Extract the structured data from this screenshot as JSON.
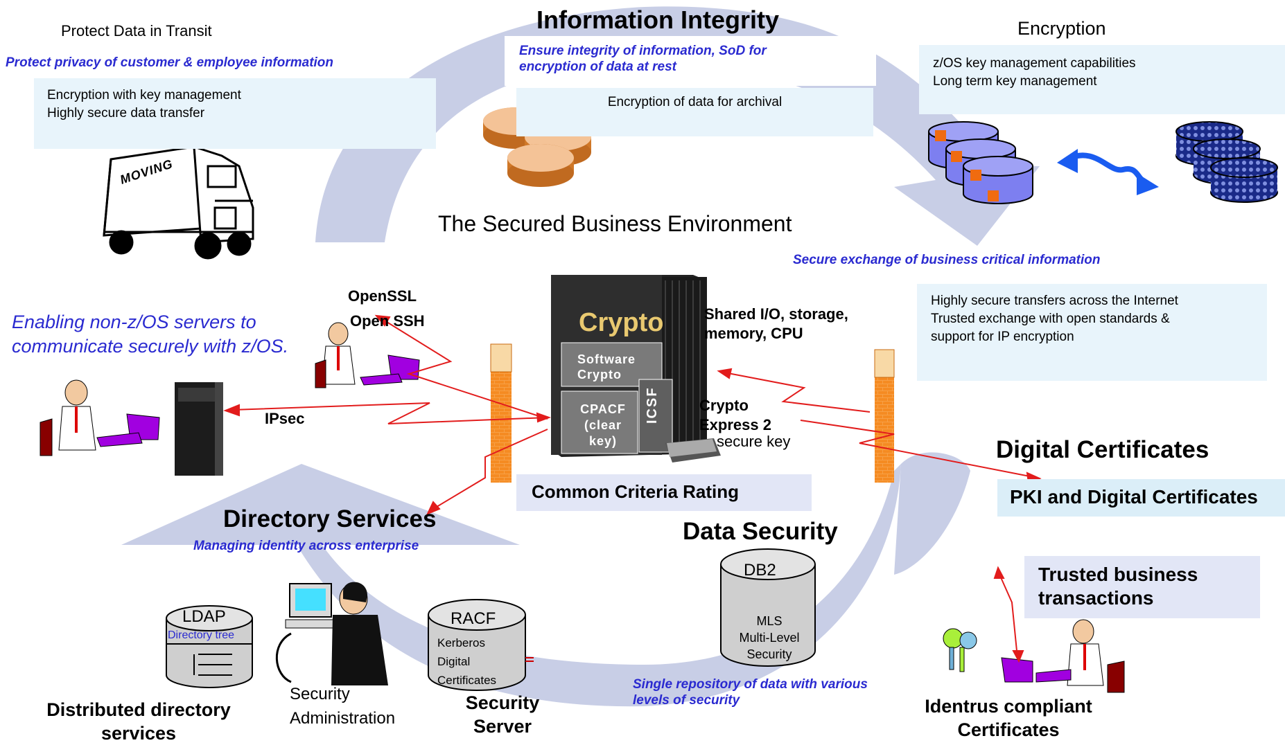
{
  "title": "The Secured Business Environment",
  "information_integrity": {
    "heading": "Information Integrity",
    "subtitle": "Ensure integrity of information, SoD for\n encryption of data at rest",
    "box": "Encryption of data for archival"
  },
  "transit": {
    "heading": "Protect Data in Transit",
    "subtitle": "Protect privacy of customer & employee information",
    "box": "Encryption with key management\nHighly secure data transfer",
    "truck_text": "MOVING"
  },
  "encryption": {
    "heading": "Encryption",
    "box": " z/OS key management capabilities\nLong term key management"
  },
  "exchange": {
    "subtitle": "Secure exchange of business critical information",
    "box": "Highly secure transfers across the Internet\nTrusted exchange with  open standards &\nsupport for IP encryption"
  },
  "left": {
    "enabling": "Enabling non-z/OS servers to\ncommunicate securely with z/OS.",
    "openssl": "OpenSSL",
    "openssh": "Open SSH",
    "ipsec": "IPsec"
  },
  "mainframe": {
    "crypto": "Crypto",
    "software_crypto": "Software\nCrypto",
    "cpacf": "CPACF\n(clear\nkey)",
    "icsf": "ICSF",
    "shared": "Shared I/O, storage,\nmemory, CPU",
    "crypto_express": "Crypto\nExpress 2",
    "secure_key": "secure key",
    "common_criteria": "Common Criteria Rating"
  },
  "digital_certificates": {
    "heading": "Digital Certificates",
    "pki": "PKI and Digital Certificates",
    "trusted": "Trusted business\ntransactions",
    "identrus": "Identrus compliant\nCertificates"
  },
  "data_security": {
    "heading": "Data Security",
    "db2": "DB2",
    "mls": "MLS\nMulti-Level\nSecurity",
    "subtitle": "Single repository of data with  various\nlevels of security"
  },
  "directory": {
    "heading": "Directory Services",
    "subtitle": "Managing identity across enterprise",
    "ldap": "LDAP",
    "directory_tree": "Directory tree",
    "distributed": "Distributed directory\nservices",
    "security_admin": "Security\nAdministration",
    "racf": "RACF",
    "racf_items": "Kerberos\nDigital\nCertificates",
    "security_server": "Security\nServer"
  },
  "colors": {
    "ring": "#c8cee6",
    "ring_dark": "#a9b1d4",
    "box": "#e8f4fb",
    "accent_blue": "#2a2ad0",
    "arrow_red": "#e21c1c",
    "firewall": "#f59a3c"
  }
}
